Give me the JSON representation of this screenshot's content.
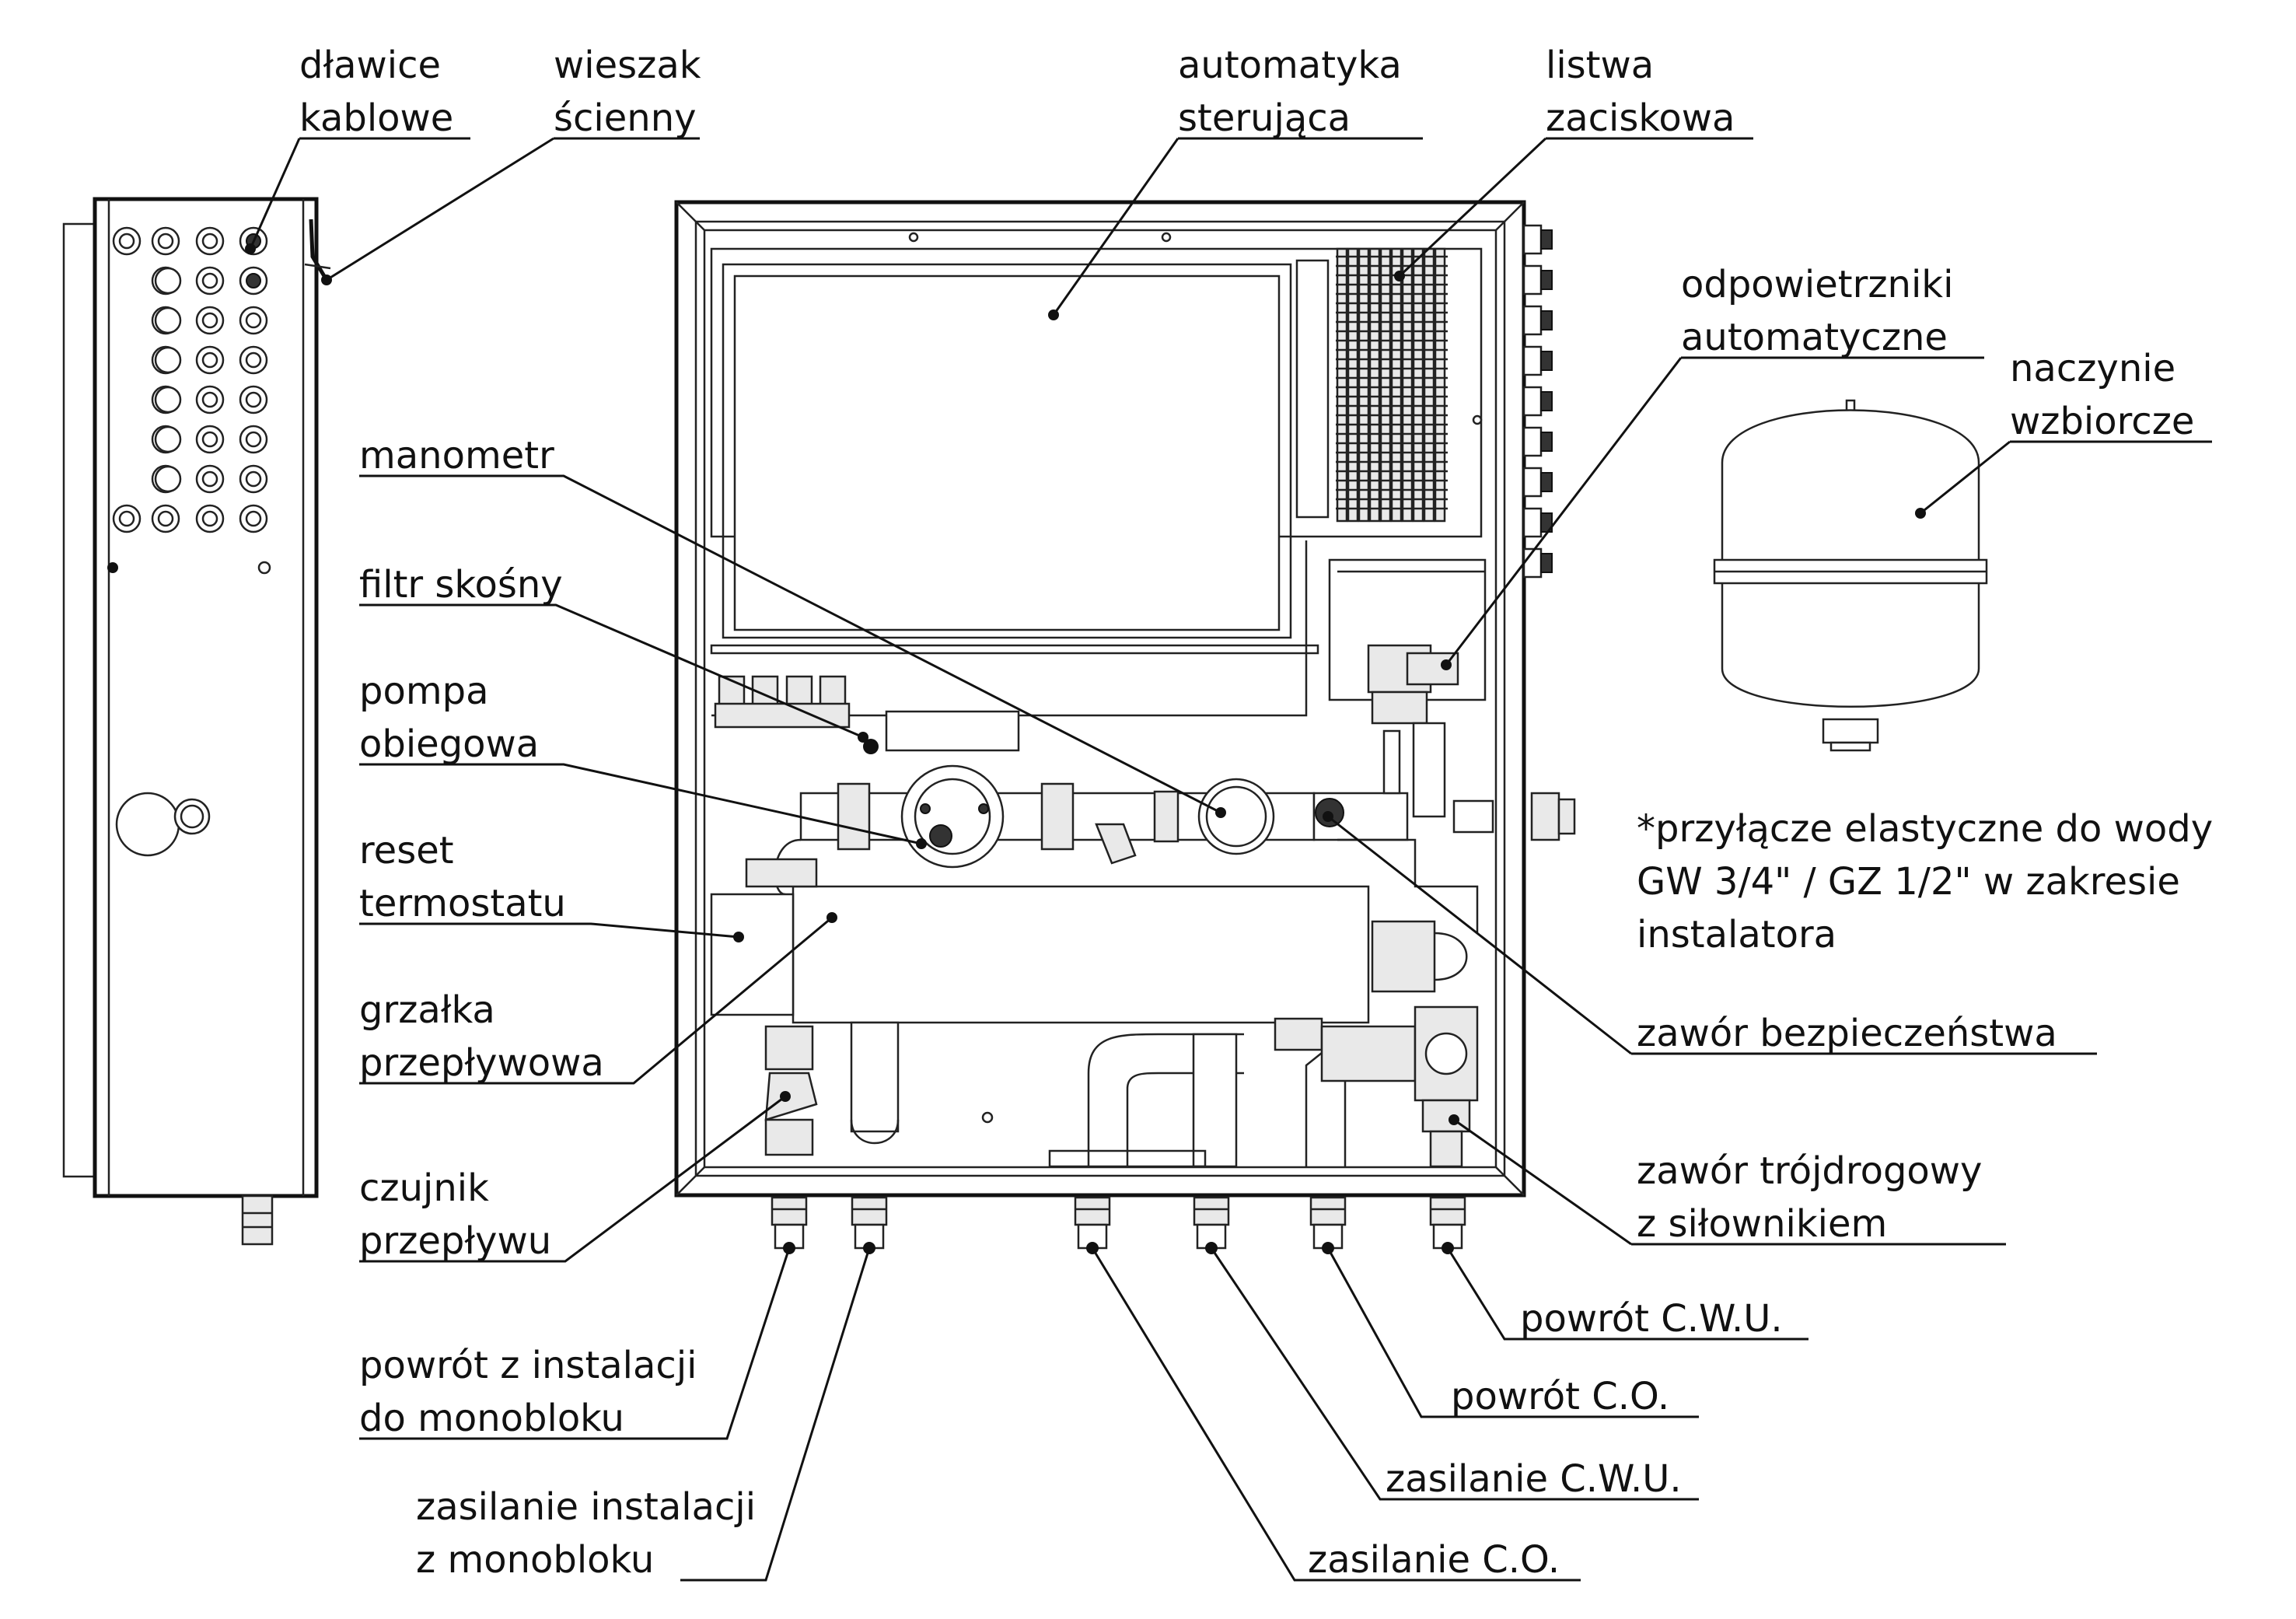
{
  "labels": {
    "dlawice": [
      "dławice",
      "kablowe"
    ],
    "wieszak": [
      "wieszak",
      "ścienny"
    ],
    "automatyka": [
      "automatyka",
      "sterująca"
    ],
    "listwa": [
      "listwa",
      "zaciskowa"
    ],
    "odpowietrzniki": [
      "odpowietrzniki",
      "automatyczne"
    ],
    "naczynie": [
      "naczynie",
      "wzbiorcze"
    ],
    "manometr": [
      "manometr"
    ],
    "filtr": [
      "filtr skośny"
    ],
    "pompa": [
      "pompa",
      "obiegowa"
    ],
    "reset": [
      "reset",
      "termostatu"
    ],
    "grzalka": [
      "grzałka",
      "przepływowa"
    ],
    "czujnik": [
      "czujnik",
      "przepływu"
    ],
    "zawor_bezp": [
      "zawór bezpieczeństwa"
    ],
    "zawor_trojdrogowy": [
      "zawór trójdrogowy",
      "z siłownikiem"
    ],
    "powrot_cwu": [
      "powrót C.W.U."
    ],
    "powrot_co": [
      "powrót C.O."
    ],
    "zasilanie_cwu": [
      "zasilanie C.W.U."
    ],
    "zasilanie_co": [
      "zasilanie C.O."
    ],
    "powrot_instalacji": [
      "powrót z instalacji",
      "do monobloku"
    ],
    "zasilanie_instalacji": [
      "zasilanie instalacji",
      "z monobloku"
    ]
  },
  "note": [
    "*przyłącze elastyczne do wody",
    "GW 3/4\" / GZ 1/2\" w zakresie",
    "instalatora"
  ]
}
